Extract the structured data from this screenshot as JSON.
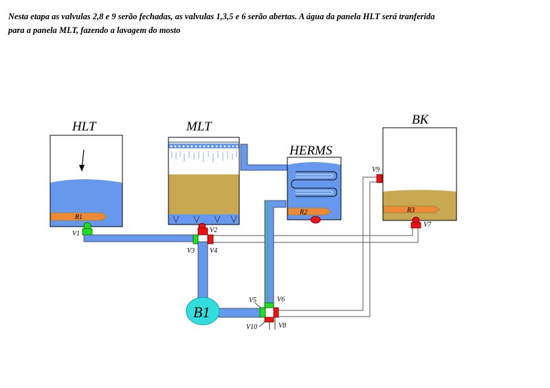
{
  "caption": {
    "line1": "Nesta etapa as valvulas 2,8 e 9 serão fechadas, as valvulas 1,3,5 e 6 serão abertas. A água da panela HLT será tranferida",
    "line2": "para a panela MLT, fazendo  a lavagem do mosto"
  },
  "vessels": {
    "hlt": "HLT",
    "mlt": "MLT",
    "herms": "HERMS",
    "bk": "BK"
  },
  "resistors": {
    "r1": "R1",
    "r2": "R2",
    "r3": "R3"
  },
  "pump": "B1",
  "valves": {
    "v1": "V1",
    "v2": "V2",
    "v3": "V3",
    "v4": "V4",
    "v5": "V5",
    "v6": "V6",
    "v7": "V7",
    "v8": "V8",
    "v9": "V9",
    "v10": "V10"
  },
  "colors": {
    "water": "#6699ee",
    "wort": "#c8a850",
    "valve_open": "#22dd22",
    "valve_closed": "#ee1111",
    "pump": "#33dddd",
    "resistor": "#ee8833"
  }
}
